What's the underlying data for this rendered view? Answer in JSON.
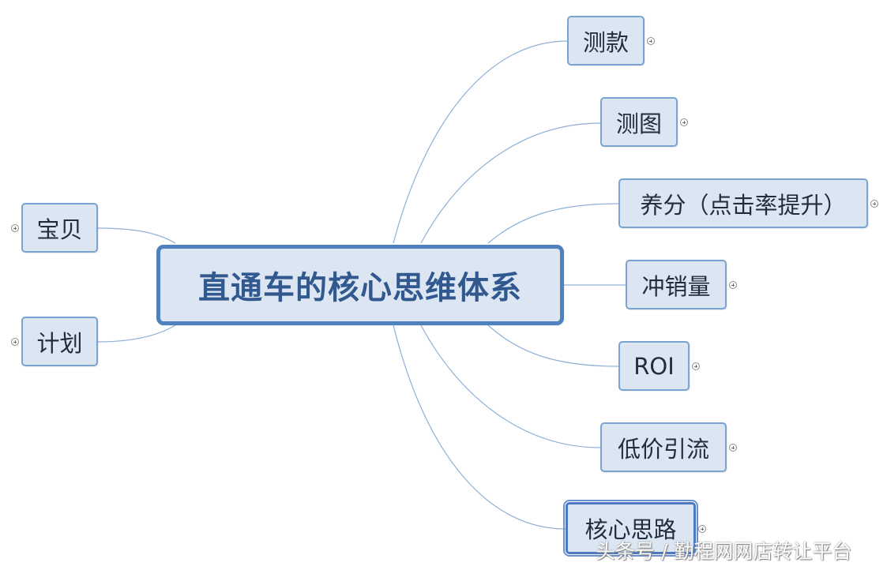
{
  "central_topic": {
    "label": "直通车的核心思维体系"
  },
  "right_topics": [
    {
      "label": "测款"
    },
    {
      "label": "测图"
    },
    {
      "label": "养分（点击率提升）"
    },
    {
      "label": "冲销量"
    },
    {
      "label": "ROI"
    },
    {
      "label": "低价引流"
    },
    {
      "label": "核心思路"
    }
  ],
  "left_topics": [
    {
      "label": "宝贝"
    },
    {
      "label": "计划"
    }
  ],
  "expander_icon": "plus-circle-icon",
  "watermark": "头条号 / 勤程网网店转让平台",
  "colors": {
    "node_fill": "#dce6f2",
    "node_border": "#7ba3cf",
    "central_border": "#4f81bd",
    "central_text": "#31598f",
    "connector": "#8fb0d6"
  }
}
